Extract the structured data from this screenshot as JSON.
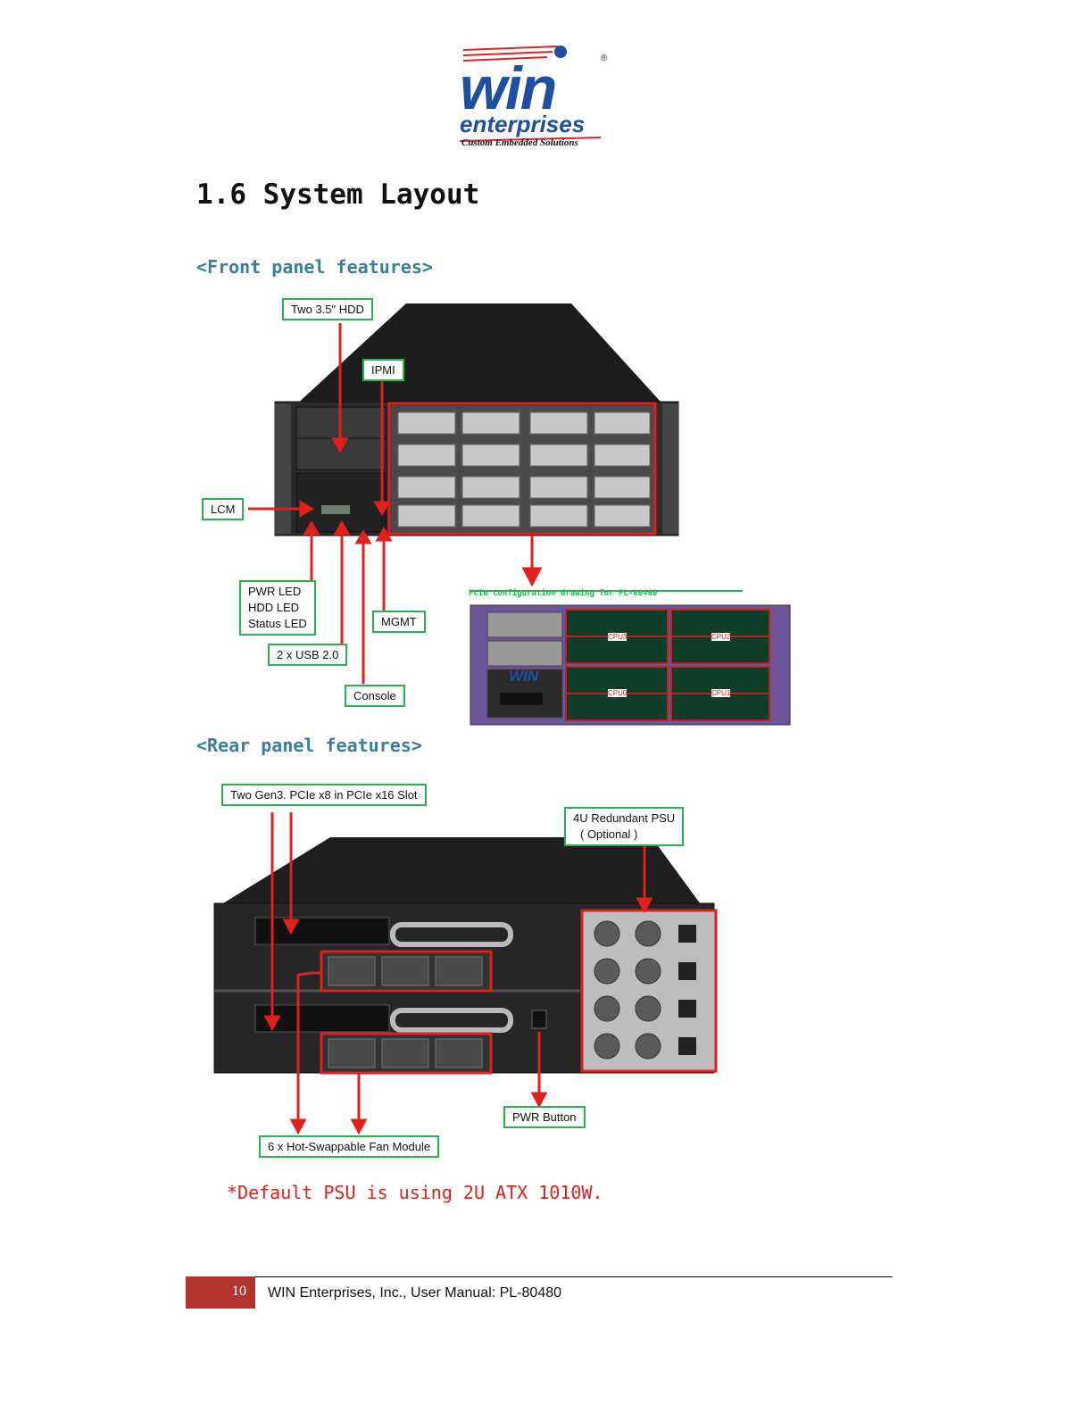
{
  "logo": {
    "wordmark": "win",
    "subline": "enterprises",
    "tagline": "Custom Embedded Solutions",
    "registered": "®"
  },
  "heading": "1.6 System Layout",
  "front": {
    "title": "<Front panel features>",
    "callouts": {
      "hdd": "Two 3.5\" HDD",
      "ipmi": "IPMI",
      "lcm": "LCM",
      "leds": [
        "PWR LED",
        "HDD LED",
        "Status LED"
      ],
      "mgmt": "MGMT",
      "usb": "2 x USB 2.0",
      "console": "Console"
    },
    "pcie": {
      "caption": "PCIe Configuration drawing for PL-80480",
      "brand": "WIN",
      "cpu_labels": [
        "CPU3",
        "CPU2",
        "CPU0",
        "CPU1"
      ]
    }
  },
  "rear": {
    "title": "<Rear panel features>",
    "callouts": {
      "pcie_slot": "Two Gen3. PCIe x8 in PCIe x16 Slot",
      "psu_line1": "4U Redundant PSU",
      "psu_line2": "( Optional )",
      "pwr_button": "PWR Button",
      "fan": "6 x Hot-Swappable Fan Module"
    }
  },
  "note": "*Default PSU is using 2U ATX 1010W.",
  "footer": {
    "page_number": "10",
    "text": "WIN Enterprises, Inc., User Manual: PL-80480"
  },
  "colors": {
    "callout_border": "#2ab14f",
    "arrow": "#e0201b",
    "subheading": "#3a7f97",
    "page_box": "#b2352c"
  }
}
